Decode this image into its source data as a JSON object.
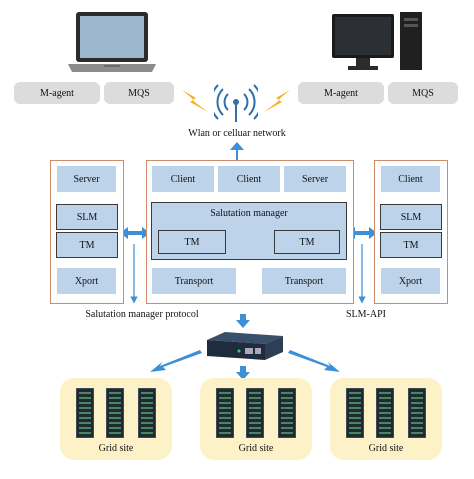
{
  "top": {
    "left_labels": [
      "M-agent",
      "MQS"
    ],
    "right_labels": [
      "M-agent",
      "MQS"
    ],
    "network_label": "Wlan or celluar network"
  },
  "left_panel": {
    "items": [
      "Server",
      "SLM",
      "TM",
      "Xport"
    ]
  },
  "center_panel": {
    "top_row": [
      "Client",
      "Client",
      "Server"
    ],
    "manager_title": "Salutation manager",
    "tm_labels": [
      "TM",
      "TM"
    ],
    "transport_labels": [
      "Transport",
      "Transport"
    ]
  },
  "right_panel": {
    "items": [
      "Client",
      "SLM",
      "TM",
      "Xport"
    ]
  },
  "protocol_label": "Salutation manager protocol",
  "api_label": "SLM-API",
  "grid_sites": [
    "Grid site",
    "Grid site",
    "Grid site"
  ],
  "colors": {
    "panel_fill": "#bdd3ea",
    "panel_border": "#cf8b6a",
    "arrow": "#3d8fd6",
    "grid_fill": "#fdf1c8",
    "lightning": "#f2b21b"
  },
  "icons": [
    "laptop-icon",
    "desktop-computer-icon",
    "wireless-antenna-icon",
    "lightning-icon",
    "network-switch-icon",
    "server-rack-icon"
  ]
}
